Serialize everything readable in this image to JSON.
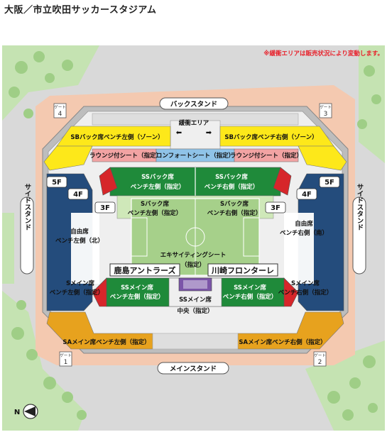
{
  "title": "大阪／市立吹田サッカースタジアム",
  "note": "※緩衝エリアは販売状況により変動します。",
  "stands": {
    "back": "バックスタンド",
    "main": "メインスタンド",
    "side_left": "サイドスタンド",
    "side_right": "サイドスタンド"
  },
  "buffer_area": "緩衝エリア",
  "gates": [
    {
      "label": "ゲート",
      "number": "4"
    },
    {
      "label": "ゲート",
      "number": "3"
    },
    {
      "label": "ゲート",
      "number": "1"
    },
    {
      "label": "ゲート",
      "number": "2"
    }
  ],
  "floors": {
    "f5": "5F",
    "f4": "4F",
    "f3": "3F"
  },
  "sections": {
    "sb_left": "SBバック席ベンチ左側（ゾーン）",
    "sb_right": "SBバック席ベンチ右側（ゾーン）",
    "lounge_left": "ラウンジ付シート（指定）",
    "comfort": "コンフォートシート（指定）",
    "lounge_right": "ラウンジ付シート（指定）",
    "ss_back_left": [
      "SSバック席",
      "ベンチ左側（指定）"
    ],
    "ss_back_right": [
      "SSバック席",
      "ベンチ右側（指定）"
    ],
    "s_back_left": [
      "Sバック席",
      "ベンチ左側（指定）"
    ],
    "s_back_right": [
      "Sバック席",
      "ベンチ右側（指定）"
    ],
    "free_left": [
      "自由席",
      "ベンチ左側（北）"
    ],
    "free_right": [
      "自由席",
      "ベンチ右側（南）"
    ],
    "exciting": [
      "エキサイティングシート",
      "（指定）"
    ],
    "s_main_left": [
      "Sメイン席",
      "ベンチ左側（指定）"
    ],
    "s_main_right": [
      "Sメイン席",
      "ベンチ右側（指定）"
    ],
    "ss_main_left": [
      "SSメイン席",
      "ベンチ左側（指定）"
    ],
    "ss_main_right": [
      "SSメイン席",
      "ベンチ右側（指定）"
    ],
    "ss_main_center": [
      "SSメイン席",
      "中央（指定）"
    ],
    "sa_left": "SAメイン席ベンチ左側（指定）",
    "sa_right": "SAメイン席ベンチ右側（指定）"
  },
  "teams": {
    "home": "鹿島アントラーズ",
    "away": "川崎フロンターレ"
  },
  "compass": "N",
  "colors": {
    "yellow": "#fde81a",
    "blue": "#244c7c",
    "green": "#1f8a3a",
    "orange": "#e7a21e",
    "pink": "#f2a3a3",
    "lightblue": "#8fc3e8",
    "red": "#d6262a",
    "pitch": "#a6d08a",
    "note": "#e8202a"
  }
}
